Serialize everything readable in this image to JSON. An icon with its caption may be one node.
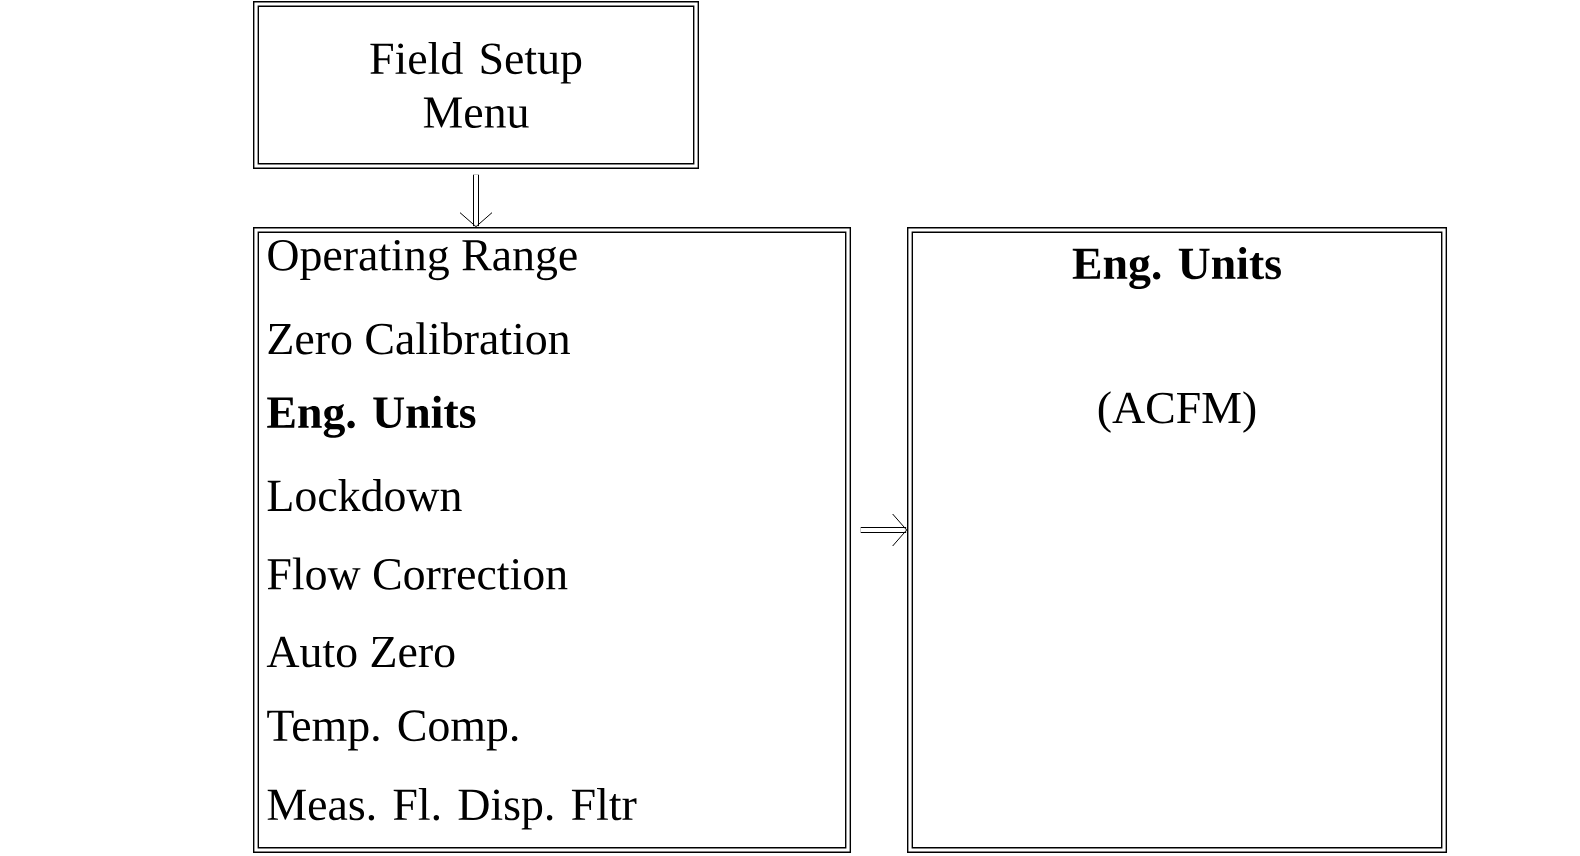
{
  "diagram": {
    "nodes": [
      {
        "text": [
          "Field Setup Menu"
        ]
      },
      {
        "text": [
          "Operating Range",
          "Zero Calibration",
          "**Eng. Units**",
          "Lockdown",
          "Flow Correction",
          "Auto Zero",
          "Temp. Comp.",
          "Meas. Fl. Disp. Fltr"
        ]
      },
      {
        "text": [
          "Eng. Units",
          "(ACFM)"
        ]
      }
    ],
    "edges": [
      {
        "from": 0,
        "to": 1,
        "arrow": "to"
      },
      {
        "from": 1,
        "to": 2,
        "arrow": "to"
      }
    ]
  }
}
